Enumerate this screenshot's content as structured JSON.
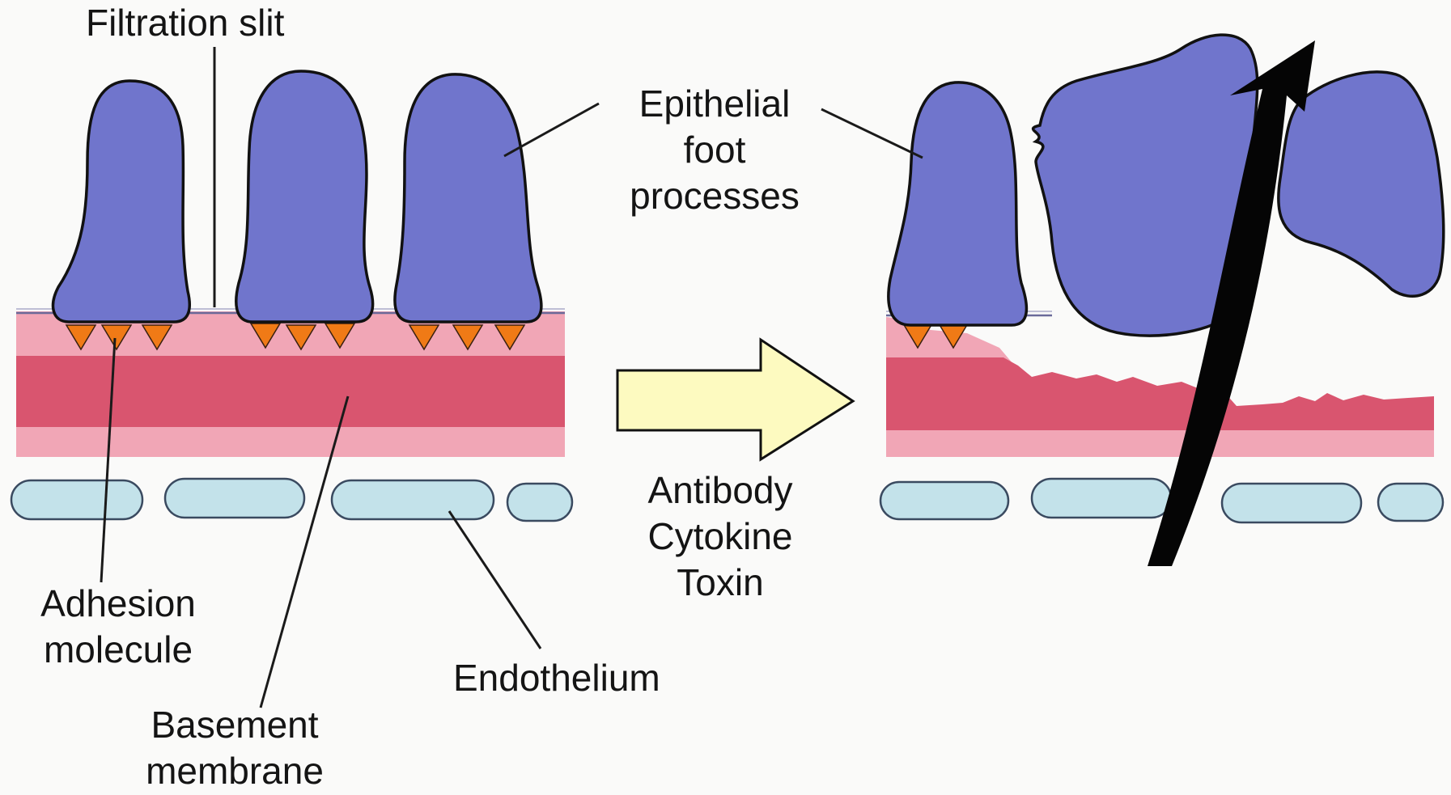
{
  "labels": {
    "filtration_slit": "Filtration slit",
    "epithelial": [
      "Epithelial",
      "foot",
      "processes"
    ],
    "adhesion": [
      "Adhesion",
      "molecule"
    ],
    "endothelium": "Endothelium",
    "basement": [
      "Basement",
      "membrane"
    ],
    "agents": [
      "Antibody",
      "Cytokine",
      "Toxin"
    ]
  },
  "colors": {
    "foot_process": "#7075cc",
    "basement_outer": "#f1a6b6",
    "basement_inner": "#d9556f",
    "endothelium": "#c3e2ea",
    "adhesion": "#f07a16",
    "transition_arrow": "#fdfac0",
    "flow_arrow": "#050505"
  }
}
